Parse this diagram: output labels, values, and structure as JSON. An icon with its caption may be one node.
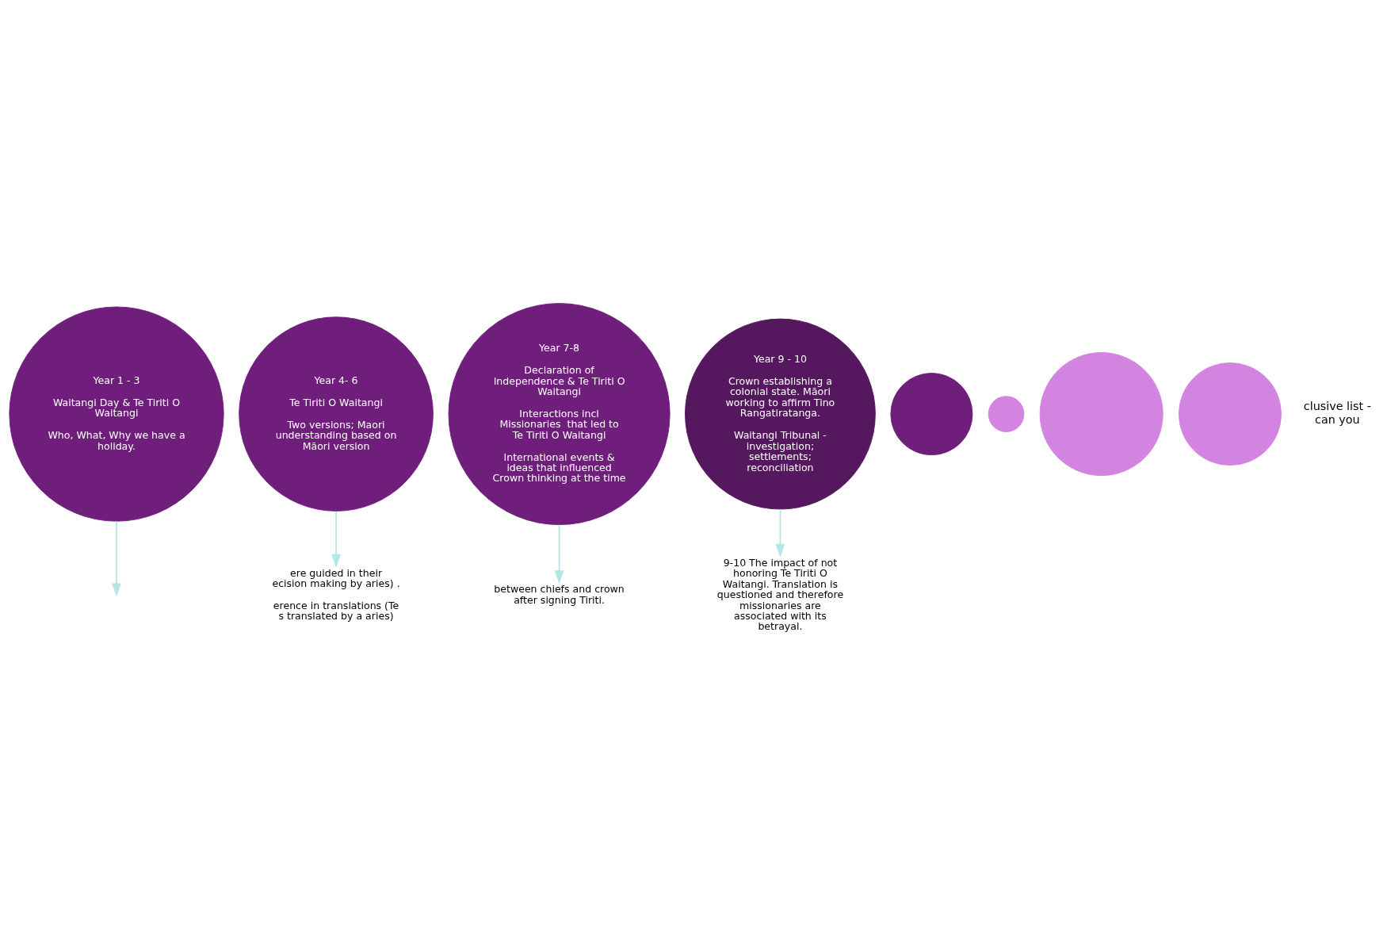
{
  "diagram": {
    "nodes": [
      {
        "text": [
          "Year 1 - 3",
          "Waitangi Day & Te Tiriti O Waitangi",
          "Who, What, Why we have a holiday."
        ]
      },
      {
        "text": [
          "Year 4- 6",
          "Te Tiriti O Waitangi",
          "Two versions; Maori understanding based on Māori version"
        ]
      },
      {
        "text": [
          "Year 7-8",
          "Declaration of Independence & Te Tiriti O Waitangi",
          "Interactions incl Missionaries  that led to Te Tiriti O Waitangi",
          "International events & ideas that influenced Crown thinking at the time"
        ]
      },
      {
        "text": [
          "Year 9 - 10",
          "Crown establishing a colonial state. Māori working to affirm Tino Rangatiratanga.",
          "Waitangi Tribunal - investigation; settlements; reconciliation"
        ]
      },
      {
        "text": [
          "ere guided in their ecision making by aries) .",
          "erence in translations (Te s translated by a aries)"
        ]
      },
      {
        "text": [
          "between chiefs and crown after signing Tiriti."
        ]
      },
      {
        "text": [
          "9-10 The impact of not honoring Te Tiriti O Waitangi. Translation is questioned and therefore missionaries are associated with its betrayal."
        ]
      },
      {
        "text": [],
        "shape": "circle"
      },
      {
        "text": [],
        "shape": "circle"
      },
      {
        "text": [],
        "shape": "circle"
      },
      {
        "text": [],
        "shape": "circle"
      }
    ],
    "edges": [
      {
        "from": 0,
        "to": null,
        "arrow": "to"
      },
      {
        "from": 1,
        "to": 4,
        "arrow": "to"
      },
      {
        "from": 2,
        "to": 5,
        "arrow": "to"
      },
      {
        "from": 3,
        "to": 6,
        "arrow": "to"
      }
    ],
    "labels": [
      "clusive list - can you"
    ]
  }
}
